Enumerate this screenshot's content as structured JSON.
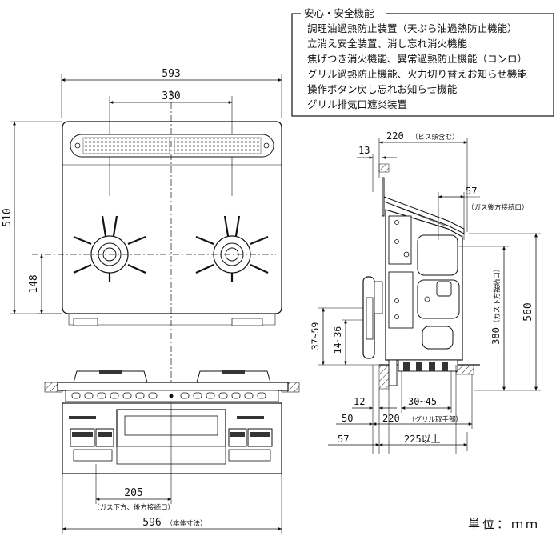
{
  "features": {
    "heading": "安心・安全機能",
    "items": [
      "調理油過熱防止装置（天ぷら油過熱防止機能）",
      "立消え安全装置、消し忘れ消火機能",
      "焦げつき消火機能、異常過熱防止機能（コンロ）",
      "グリル過熱防止機能、火力切り替えお知らせ機能",
      "操作ボタン戻し忘れお知らせ機能",
      "グリル排気口遮炎装置"
    ]
  },
  "top_view": {
    "width_593": "593",
    "burner_pitch_330": "330",
    "depth_510": "510",
    "burner_from_front_148": "148"
  },
  "front_view": {
    "dim_205": "205",
    "dim_205_note": "（ガス下方、後方接続口）",
    "dim_596": "596",
    "dim_596_note": "（本体寸法）"
  },
  "side_view": {
    "dim_220_top": "220",
    "dim_220_top_note": "（ビス頭含む）",
    "dim_13": "13",
    "dim_57_rear": "57",
    "dim_57_rear_note": "（ガス後方接続口）",
    "dim_560": "560",
    "dim_380": "380",
    "dim_380_note": "（ガス下方接続口）",
    "dim_37_59": "37~59",
    "dim_14_36": "14~36",
    "dim_12": "12",
    "dim_30_45": "30~45",
    "dim_50": "50",
    "dim_220_grill": "220",
    "dim_220_grill_note": "（グリル取手部）",
    "dim_57_bottom": "57",
    "dim_225": "225以上"
  },
  "unit_label": "単位：ｍｍ"
}
